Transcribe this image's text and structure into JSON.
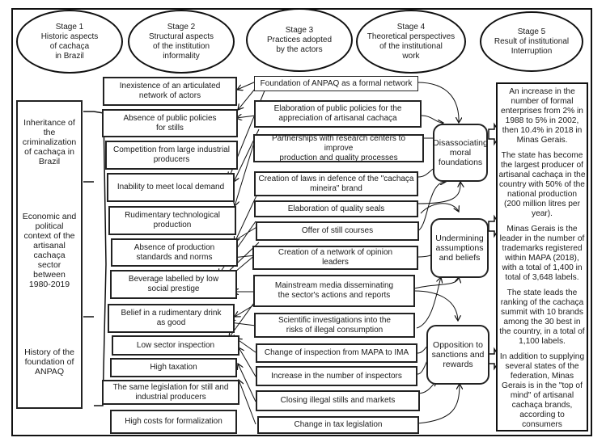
{
  "stages": [
    {
      "label": "Stage 1\nHistoric aspects\nof cachaça\nin Brazil"
    },
    {
      "label": "Stage 2\nStructural aspects\nof the institution\ninformality"
    },
    {
      "label": "Stage 3\nPractices adopted\nby the actors"
    },
    {
      "label": "Stage 4\nTheoretical perspectives\nof the institutional\nwork"
    },
    {
      "label": "Stage 5\nResult of institutional\nInterruption"
    }
  ],
  "historic_aspects": [
    {
      "label": "Inheritance of\nthe\ncriminalization\nof cachaça in\nBrazil"
    },
    {
      "label": "Economic and\npolitical\ncontext of the\nartisanal\ncachaça\nsector\nbetween\n1980-2019"
    },
    {
      "label": "History of the\nfoundation of\nANPAQ"
    }
  ],
  "structural_aspects": [
    {
      "label": "Inexistence of an articulated\nnetwork of actors"
    },
    {
      "label": "Absence of public policies\nfor stills"
    },
    {
      "label": "Competition from large industrial\nproducers"
    },
    {
      "label": "Inability to meet local demand"
    },
    {
      "label": "Rudimentary technological\nproduction"
    },
    {
      "label": "Absence of production\nstandards and norms"
    },
    {
      "label": "Beverage labelled by low\nsocial prestige"
    },
    {
      "label": "Belief in a rudimentary drink\nas good"
    },
    {
      "label": "Low sector inspection"
    },
    {
      "label": "High taxation"
    },
    {
      "label": "The same legislation for still and\nindustrial producers"
    },
    {
      "label": "High costs for formalization"
    }
  ],
  "practices": [
    {
      "label": "Foundation of ANPAQ as a formal network"
    },
    {
      "label": "Elaboration of public policies for the\nappreciation of artisanal cachaça"
    },
    {
      "label": "Partnerships with research centers to improve\nproduction and quality processes"
    },
    {
      "label": "Creation of laws in defence of the \"cachaça\nmineira\" brand"
    },
    {
      "label": "Elaboration of quality seals"
    },
    {
      "label": "Offer of still courses"
    },
    {
      "label": "Creation of a network of opinion\nleaders"
    },
    {
      "label": "Mainstream media disseminating\nthe sector's actions and reports"
    },
    {
      "label": "Scientific investigations into the\nrisks of illegal consumption"
    },
    {
      "label": "Change of inspection from MAPA to IMA"
    },
    {
      "label": "Increase in the number of inspectors"
    },
    {
      "label": "Closing illegal stills and markets"
    },
    {
      "label": "Change in tax legislation"
    }
  ],
  "theoretical_perspectives": [
    {
      "label": "Disassociating\nmoral\nfoundations"
    },
    {
      "label": "Undermining\nassumptions\nand beliefs"
    },
    {
      "label": "Opposition to\nsanctions and\nrewards"
    }
  ],
  "results": [
    "An increase in the number of formal enterprises from 2% in 1988 to 5% in 2002, then 10.4% in 2018 in Minas Gerais.",
    "The state has become the largest producer of artisanal cachaça in the country with 50% of the national production (200 million litres per year).",
    "Minas Gerais is the leader in the number of trademarks registered within MAPA (2018), with a total of 1,400 in total of 3,648 labels.",
    "The state leads the ranking of the cachaça summit with 10 brands among the 30 best in the country, in a total of 1,100 labels.",
    "In addition to supplying several states of the federation, Minas Gerais is in the \"top of mind\" of artisanal cachaça brands, according to consumers"
  ]
}
